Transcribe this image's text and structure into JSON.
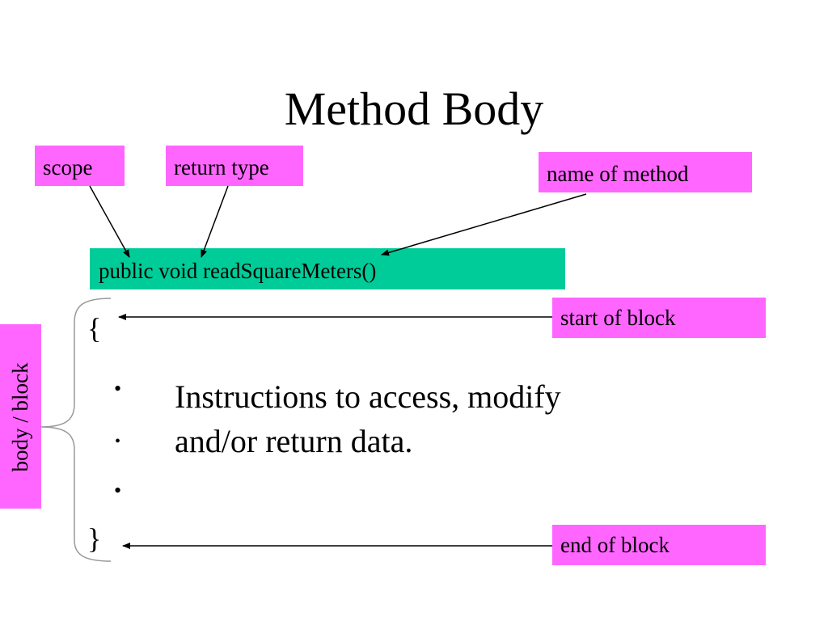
{
  "title": "Method Body",
  "labels": {
    "scope": "scope",
    "return_type": "return type",
    "name_of_method": "name of method",
    "start_of_block": "start of block",
    "end_of_block": "end of block",
    "body_block": "body / block"
  },
  "signature": "public void readSquareMeters()",
  "braces": {
    "open": "{",
    "close": "}"
  },
  "bullets": [
    "•",
    "•",
    "•"
  ],
  "body_lines": [
    "Instructions to access, modify",
    "and/or return data."
  ],
  "colors": {
    "label_background": "#ff66ff",
    "signature_background": "#00cc99",
    "text": "#000000",
    "bracket": "#999999"
  }
}
